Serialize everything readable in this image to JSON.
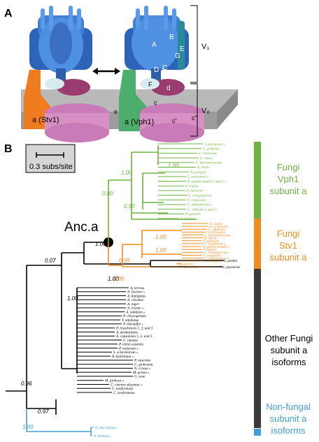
{
  "panel_a": {
    "letter": "A",
    "stv1_label": "a (Stv1)",
    "vph1_label": "a (Vph1)",
    "subunits": {
      "A": "A",
      "B": "B",
      "E": "E",
      "G": "G",
      "H": "H",
      "D": "D",
      "C": "C",
      "F": "F",
      "d": "d",
      "c": "c",
      "e": "e",
      "c_prime": "c'",
      "c_dprime": "c''"
    },
    "domains": {
      "v1": "V₁",
      "v0": "V₀"
    }
  },
  "panel_b": {
    "letter": "B",
    "scale_label": "0.3 subs/site",
    "ancestor_label": "Anc.a",
    "bootstrap": {
      "vph_top": "1.00",
      "vph_mid": "1.00",
      "vph_low": "0.90",
      "vph_root": "0.80",
      "stv_top": "1.00",
      "stv_mid": "1.00",
      "stv_low": "0.99",
      "stv_root": "0.95",
      "anc": "1.00",
      "n007": "0.07",
      "pombe": "1.00",
      "other": "1.00",
      "n096": "0.96",
      "n097": "0.97",
      "nonfungal": "1.00"
    },
    "groups": {
      "vph1": [
        "Fungi",
        "Vph1",
        "subunit a"
      ],
      "stv1": [
        "Fungi",
        "Stv1",
        "subunit a"
      ],
      "other": [
        "Other Fungi",
        "subunit a",
        "isoforms"
      ],
      "nonfungal": [
        "Non-fungal",
        "subunit a",
        "isoforms"
      ]
    },
    "colors": {
      "vph1": "#6db33f",
      "stv1": "#f08c1e",
      "other": "#3a3a3a",
      "nonfungal": "#41a0d2"
    },
    "taxa_vph1": [
      "V. polyspora «",
      "C. glabrata",
      "S. cerevisiae",
      "Z. rouxii",
      "L. thermotolerans",
      "K. lactis",
      "A. gossypii",
      "C. lusitaniae «",
      "P. guilliermondii 1 and 2 «",
      "P. stipitis",
      "D. hansenii",
      "L. elongisporus",
      "C. tropicalis",
      "C. dubliniensis «",
      "C. albicans 1 and 2 «",
      "P. pastoris",
      "Y. lipolytica"
    ],
    "taxa_stv1": [
      "Z. rouxii",
      "S. cerevisiae",
      "C. glabrata",
      "V. polyspora",
      "L. thermotolerans",
      "K. lactis",
      "A. gossypii",
      "C. lusitaniae «",
      "P. guilliermondii «",
      "P. stipitis",
      "L. elongisporus «",
      "C. tropicalis",
      "C. dubliniensis «",
      "C. albicans «",
      "P. pastoris",
      "Y. lipolytica"
    ],
    "taxa_pombe": [
      "S. pombe",
      "S. japonicus"
    ],
    "taxa_other": [
      "A. terreus",
      "N. fischeri «",
      "A. fumigatus",
      "A. clavatus",
      "A. niger",
      "A. oryzae «",
      "A. nidulans «",
      "P. chrysogenum",
      "T. stipitatus",
      "P. marneffei «",
      "P. brasiliensis 1, 2, and 3",
      "A. dermatitidis",
      "A. capsulatus 1, 2, and 3",
      "C. immitis",
      "P. tritici-repentis",
      "P. nodorum «",
      "S. sclerotiorum «",
      "B. fuckeliana «",
      "P. anserina",
      "C. globosum",
      "N. crassa «",
      "M. grisea «",
      "G. zeae",
      "M. globosa «",
      "C. cinerea okayama «",
      "C. neoformans",
      "C. neoformans"
    ],
    "taxa_nonfungal": [
      "D. discoideum",
      "A. thaliana"
    ]
  }
}
